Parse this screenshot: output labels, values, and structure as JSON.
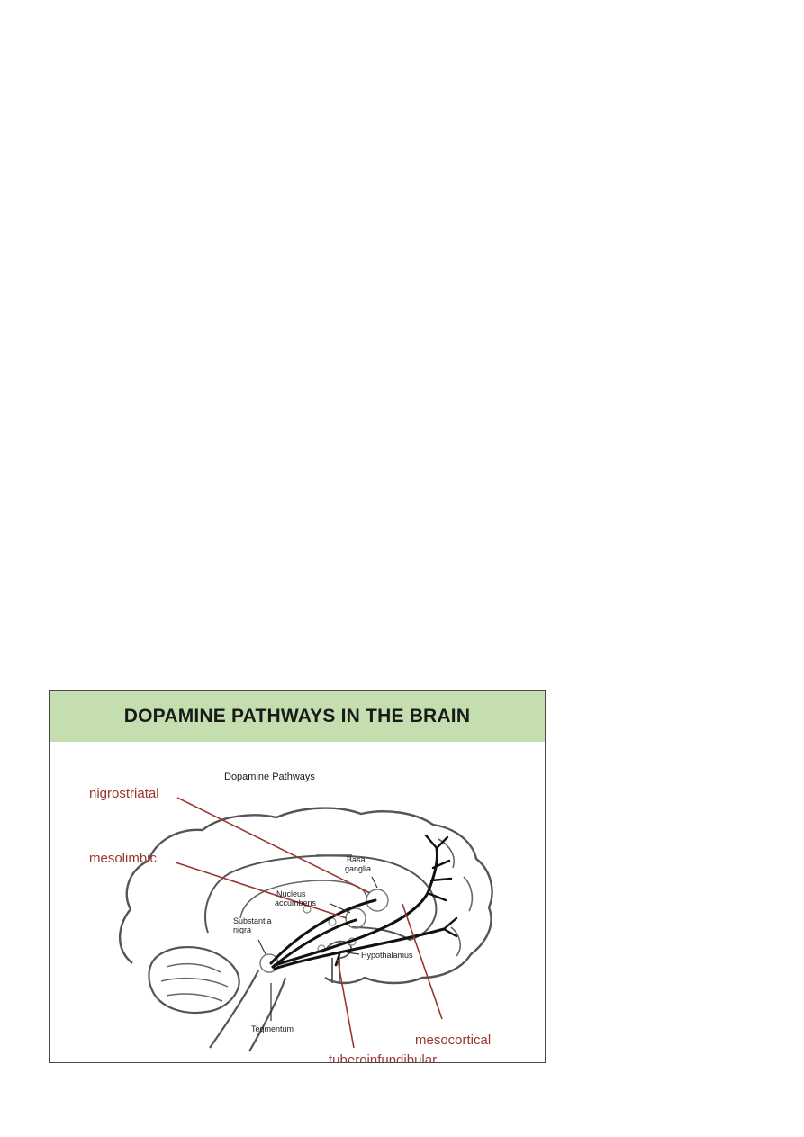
{
  "figure": {
    "title": "DOPAMINE PATHWAYS IN THE BRAIN",
    "subtitle": "Dopamine Pathways",
    "structures": {
      "basal_ganglia_line1": "Basal",
      "basal_ganglia_line2": "ganglia",
      "nucleus_accumbens_line1": "Nucleus",
      "nucleus_accumbens_line2": "accumbens",
      "substantia_nigra_line1": "Substantia",
      "substantia_nigra_line2": "nigra",
      "hypothalamus": "Hypothalamus",
      "tegmentum": "Tegmentum"
    },
    "pathways": {
      "nigrostriatal": "nigrostriatal",
      "mesolimbic": "mesolimbic",
      "mesocortical": "mesocortical",
      "tuberoinfundibular": "tuberoinfundibular"
    },
    "colors": {
      "banner": "#c5deb0",
      "pathway_label": "#9b3530",
      "outline": "#555555",
      "tract": "#111111"
    }
  }
}
